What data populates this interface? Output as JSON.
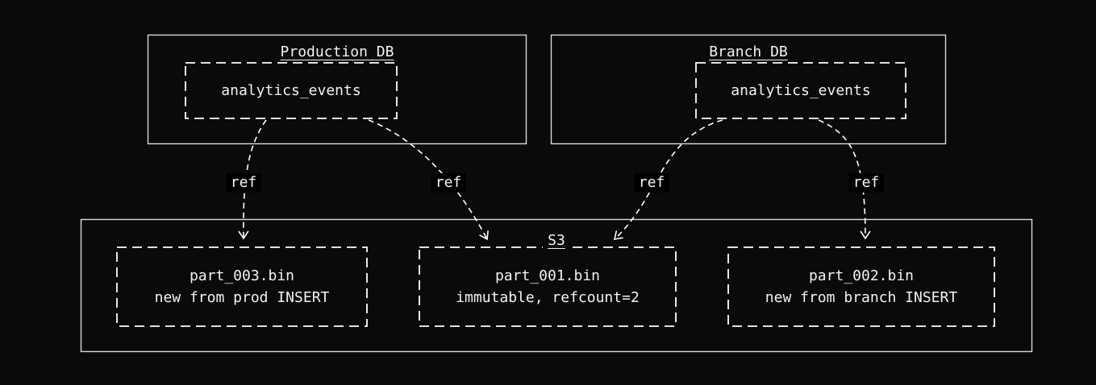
{
  "canvas": {
    "background": "#0a0a0a",
    "text_color": "#f2f2f2",
    "solid_border_color": "#d9d9d9",
    "dashed_border_color": "#ffffff",
    "edge_label_bg": "#000000"
  },
  "containers": {
    "production_db": {
      "title": "Production DB"
    },
    "branch_db": {
      "title": "Branch DB"
    },
    "s3": {
      "title": "S3"
    }
  },
  "nodes": {
    "prod_analytics": {
      "label": "analytics_events"
    },
    "branch_analytics": {
      "label": "analytics_events"
    },
    "part_003": {
      "name": "part_003.bin",
      "note": "new from prod INSERT"
    },
    "part_001": {
      "name": "part_001.bin",
      "note": "immutable, refcount=2"
    },
    "part_002": {
      "name": "part_002.bin",
      "note": "new from branch INSERT"
    }
  },
  "edges": [
    {
      "label": "ref",
      "from": "Production DB analytics_events",
      "to": "part_003.bin"
    },
    {
      "label": "ref",
      "from": "Production DB analytics_events",
      "to": "part_001.bin"
    },
    {
      "label": "ref",
      "from": "Branch DB analytics_events",
      "to": "part_001.bin"
    },
    {
      "label": "ref",
      "from": "Branch DB analytics_events",
      "to": "part_002.bin"
    }
  ]
}
